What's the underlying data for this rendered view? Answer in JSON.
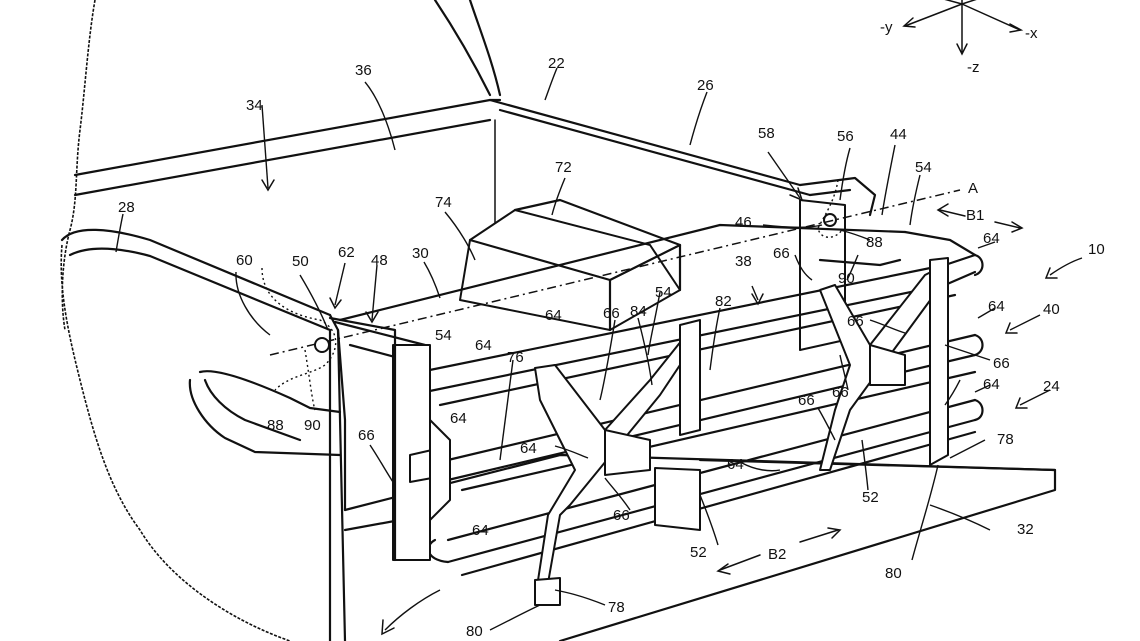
{
  "axes": {
    "neg_y": "-y",
    "neg_x": "-x",
    "neg_z": "-z"
  },
  "refs": {
    "r10": "10",
    "r22": "22",
    "r24": "24",
    "r26": "26",
    "r28": "28",
    "r30": "30",
    "r32": "32",
    "r34": "34",
    "r36": "36",
    "r38": "38",
    "r40": "40",
    "r44": "44",
    "r46": "46",
    "r48": "48",
    "r50": "50",
    "r52": "52",
    "r54": "54",
    "r56": "56",
    "r58": "58",
    "r60": "60",
    "r62": "62",
    "r64": "64",
    "r66": "66",
    "r72": "72",
    "r74": "74",
    "r76": "76",
    "r78": "78",
    "r80": "80",
    "r82": "82",
    "r84": "84",
    "r88": "88",
    "r90": "90",
    "rA": "A",
    "rB1": "B1",
    "rB2": "B2"
  }
}
